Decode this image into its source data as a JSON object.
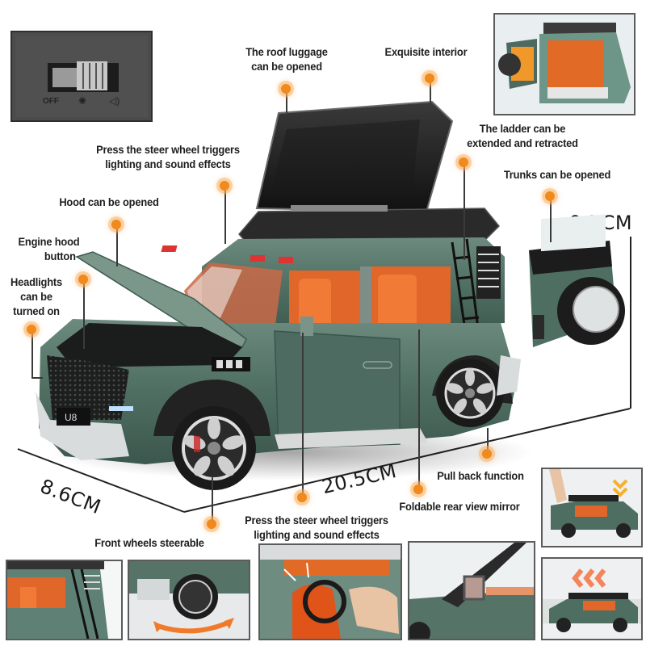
{
  "labels": {
    "roof_luggage": [
      "The roof luggage",
      "can be opened"
    ],
    "interior": "Exquisite interior",
    "steer_wheel_top": [
      "Press the steer wheel triggers",
      "lighting and sound effects"
    ],
    "ladder": [
      "The ladder can be",
      "extended and retracted"
    ],
    "trunks": "Trunks can be opened",
    "hood": "Hood can be opened",
    "engine_hood_button": [
      "Engine hood",
      "button"
    ],
    "headlights": [
      "Headlights",
      "can be",
      "turned on"
    ],
    "pull_back": "Pull back function",
    "foldable_mirror": "Foldable rear view mirror",
    "steer_wheel_bottom": [
      "Press the steer wheel triggers",
      "lighting and sound effects"
    ],
    "front_wheels": "Front wheels steerable"
  },
  "dimensions": {
    "height": "9.5CM",
    "width": "8.6CM",
    "length": "20.5CM"
  },
  "switch_panel": {
    "positions": [
      "OFF",
      "light-icon",
      "sound-icon"
    ],
    "off_label": "OFF"
  },
  "car": {
    "plate": "U8",
    "body_color": "#4f6e62",
    "interior_color": "#e0662a"
  },
  "colors": {
    "accent_dot": "#f08a1c",
    "text": "#1e1e1e",
    "arrow_orange": "#f07a2a"
  },
  "inset_panels": [
    {
      "name": "switch-closeup"
    },
    {
      "name": "rear-trunk-open-view"
    },
    {
      "name": "pull-back-demo"
    },
    {
      "name": "ladder-closeup"
    },
    {
      "name": "front-wheel-steering"
    },
    {
      "name": "steering-wheel-press"
    },
    {
      "name": "rear-view-mirror-closeup"
    },
    {
      "name": "pull-back-motion"
    }
  ]
}
